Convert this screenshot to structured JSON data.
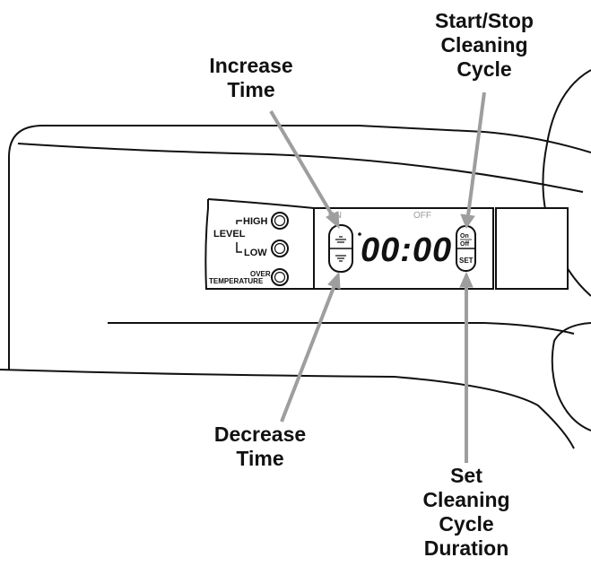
{
  "callouts": {
    "increase_time": [
      "Increase",
      "Time"
    ],
    "start_stop": [
      "Start/Stop",
      "Cleaning",
      "Cycle"
    ],
    "decrease_time": [
      "Decrease",
      "Time"
    ],
    "set_duration": [
      "Set",
      "Cleaning",
      "Cycle",
      "Duration"
    ]
  },
  "panel": {
    "level_label": "LEVEL",
    "high_label": "HIGH",
    "low_label": "LOW",
    "over_label": "OVER",
    "temperature_label": "TEMPERATURE",
    "on_indicator": "ON",
    "off_indicator": "OFF",
    "display_time": "00:00",
    "on_button_top": "On",
    "on_button_bottom": "Off",
    "set_button": "SET"
  },
  "colors": {
    "line": "#111111",
    "arrow": "#9e9e9e",
    "faint_text": "#9a9a9a"
  }
}
